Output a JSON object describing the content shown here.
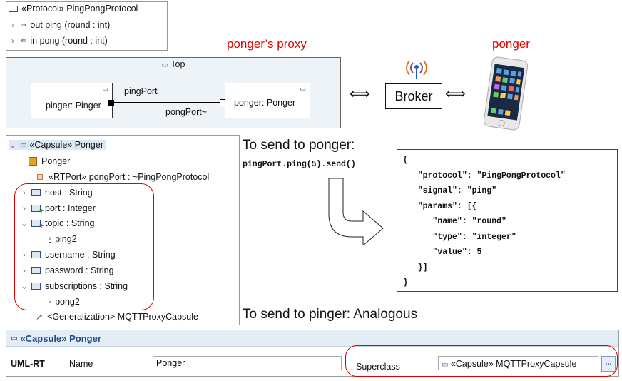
{
  "protocol_tree": {
    "root": "«Protocol» PingPongProtocol",
    "out_msg": "out ping (round : int)",
    "in_msg": "in pong (round : int)"
  },
  "labels": {
    "proxy_caption": "ponger’s proxy",
    "ponger_caption": "ponger",
    "broker": "Broker",
    "arrow_left": "<=>",
    "arrow_right": "<=>"
  },
  "structure": {
    "top_title": "Top",
    "pinger_part": "pinger: Pinger",
    "ponger_part": "ponger: Ponger",
    "ping_port": "pingPort",
    "pong_port": "pongPort~"
  },
  "capsule_tree": {
    "root": "«Capsule» Ponger",
    "items": [
      {
        "text": "Ponger"
      },
      {
        "text": "«RTPort» pongPort : ~PingPongProtocol"
      },
      {
        "text": "host : String"
      },
      {
        "text": "port : Integer"
      },
      {
        "text": "topic : String"
      },
      {
        "text": "ping2"
      },
      {
        "text": "username : String"
      },
      {
        "text": "password : String"
      },
      {
        "text": "subscriptions : String"
      },
      {
        "text": "pong2"
      },
      {
        "text": "<Generalization> MQTTProxyCapsule"
      }
    ]
  },
  "send_text": {
    "to_ponger": "To send to ponger:",
    "code": "pingPort.ping(5).send()",
    "to_pinger": "To send to pinger: Analogous"
  },
  "json_lines": [
    "{",
    "   \"protocol\": \"PingPongProtocol\"",
    "   \"signal\": \"ping\"",
    "   \"params\": [{",
    "      \"name\": \"round\"",
    "      \"type\": \"integer\"",
    "      \"value\": 5",
    "   }]",
    "}"
  ],
  "properties": {
    "title": "«Capsule» Ponger",
    "tab": "UML-RT",
    "name_label": "Name",
    "name_value": "Ponger",
    "superclass_label": "Superclass",
    "superclass_value": "«Capsule» MQTTProxyCapsule",
    "browse": "..."
  }
}
